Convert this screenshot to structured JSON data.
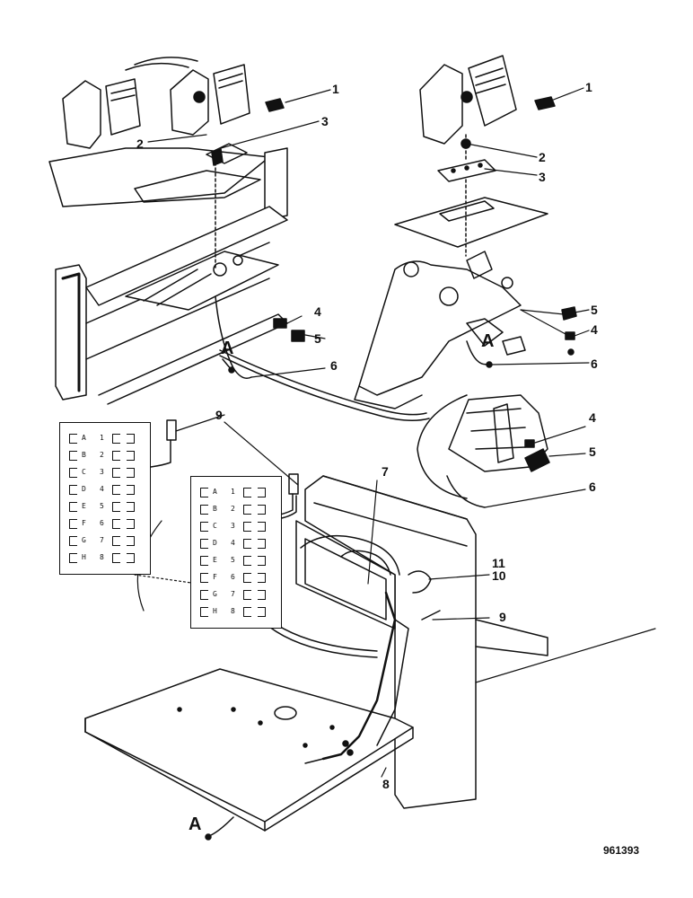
{
  "callouts": {
    "c1_left": "1",
    "c2_left": "2",
    "c3_left": "3",
    "c4_left": "4",
    "c5_left": "5",
    "c6_left": "6",
    "c1_right": "1",
    "c2_right": "2",
    "c3_right": "3",
    "c5_right": "5",
    "c4_right": "4",
    "c6_right": "6",
    "c4_detail": "4",
    "c5_detail": "5",
    "c6_detail": "6",
    "c9_top": "9",
    "c7": "7",
    "c11": "11",
    "c10": "10",
    "c9_lower": "9",
    "c8": "8"
  },
  "view_marks": {
    "a_left": "A",
    "a_right": "A",
    "a_bottom": "A"
  },
  "drawing_number": "961393",
  "terminal_chart": {
    "rows": [
      {
        "num": "1",
        "letter": "A"
      },
      {
        "num": "2",
        "letter": "B"
      },
      {
        "num": "3",
        "letter": "C"
      },
      {
        "num": "4",
        "letter": "D"
      },
      {
        "num": "5",
        "letter": "E"
      },
      {
        "num": "6",
        "letter": "F"
      },
      {
        "num": "7",
        "letter": "G"
      },
      {
        "num": "8",
        "letter": "H"
      }
    ]
  },
  "colors": {
    "ink": "#111111",
    "paper": "#ffffff"
  }
}
